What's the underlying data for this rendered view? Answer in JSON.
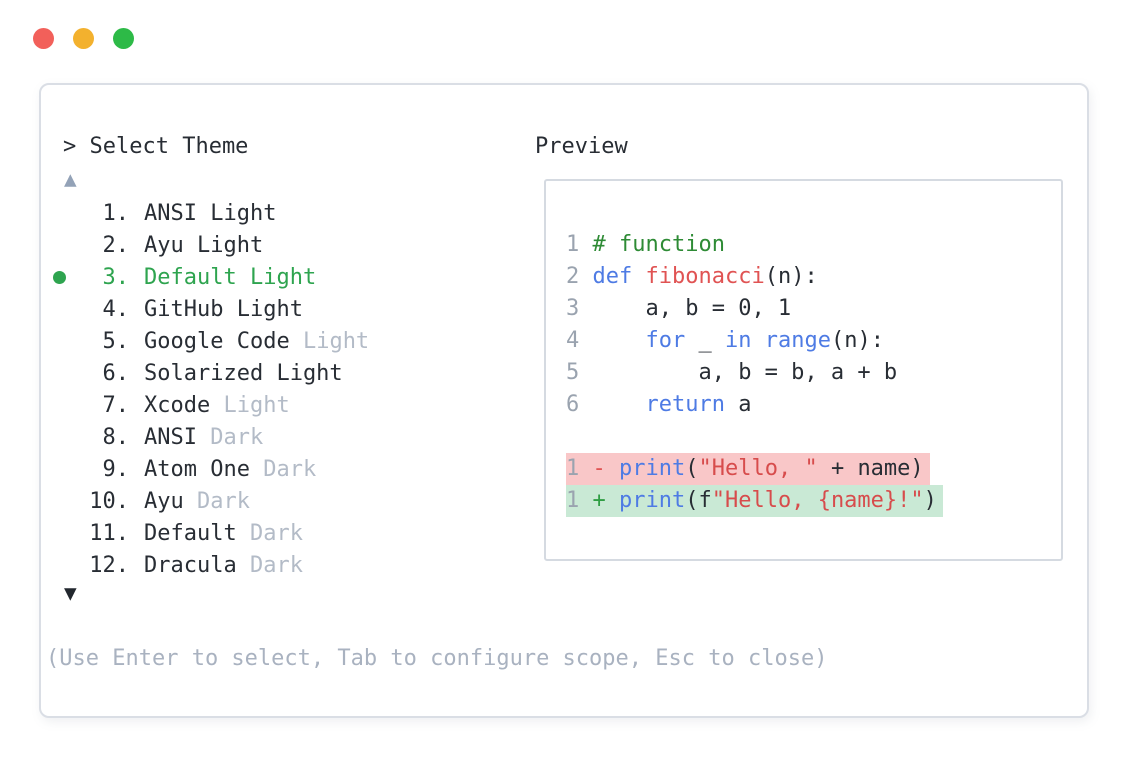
{
  "colors": {
    "accent_green": "#2ea44f",
    "window_border": "#dadee5",
    "preview_border": "#d5dae1",
    "text_dark": "#282d34",
    "text_muted": "#b3bbc7",
    "help_text": "#a9b2c0",
    "arrow_up": "#93a2b7",
    "arrow_down": "#22272e",
    "line_number": "#9aa3af",
    "syntax": {
      "keyword": "#4e7be4",
      "function_name": "#e05353",
      "string": "#d74c4c",
      "comment": "#2e8b35",
      "plain": "#282d34",
      "diff_minus": "#e05353",
      "diff_plus": "#2f9e44",
      "removed_bg": "#f9c7c8",
      "added_bg": "#c9e9d5"
    }
  },
  "window": {
    "traffic_lights": [
      {
        "name": "close",
        "color": "#f2605a"
      },
      {
        "name": "minimize",
        "color": "#f3b12e"
      },
      {
        "name": "zoom",
        "color": "#2dba47"
      }
    ]
  },
  "selector": {
    "prompt": "> Select Theme",
    "scroll_up_icon": "▲",
    "scroll_down_icon": "▼",
    "items": [
      {
        "num": "1.",
        "selected": false,
        "parts": [
          {
            "text": "ANSI Light",
            "tone": "dark"
          }
        ]
      },
      {
        "num": "2.",
        "selected": false,
        "parts": [
          {
            "text": "Ayu Light",
            "tone": "dark"
          }
        ]
      },
      {
        "num": "3.",
        "selected": true,
        "parts": [
          {
            "text": "Default Light",
            "tone": "selected"
          }
        ]
      },
      {
        "num": "4.",
        "selected": false,
        "parts": [
          {
            "text": "GitHub Light",
            "tone": "dark"
          }
        ]
      },
      {
        "num": "5.",
        "selected": false,
        "parts": [
          {
            "text": "Google Code ",
            "tone": "dark"
          },
          {
            "text": "Light",
            "tone": "muted"
          }
        ]
      },
      {
        "num": "6.",
        "selected": false,
        "parts": [
          {
            "text": "Solarized Light",
            "tone": "dark"
          }
        ]
      },
      {
        "num": "7.",
        "selected": false,
        "parts": [
          {
            "text": "Xcode ",
            "tone": "dark"
          },
          {
            "text": "Light",
            "tone": "muted"
          }
        ]
      },
      {
        "num": "8.",
        "selected": false,
        "parts": [
          {
            "text": "ANSI ",
            "tone": "dark"
          },
          {
            "text": "Dark",
            "tone": "muted"
          }
        ]
      },
      {
        "num": "9.",
        "selected": false,
        "parts": [
          {
            "text": "Atom One ",
            "tone": "dark"
          },
          {
            "text": "Dark",
            "tone": "muted"
          }
        ]
      },
      {
        "num": "10.",
        "selected": false,
        "parts": [
          {
            "text": "Ayu ",
            "tone": "dark"
          },
          {
            "text": "Dark",
            "tone": "muted"
          }
        ]
      },
      {
        "num": "11.",
        "selected": false,
        "parts": [
          {
            "text": "Default ",
            "tone": "dark"
          },
          {
            "text": "Dark",
            "tone": "muted"
          }
        ]
      },
      {
        "num": "12.",
        "selected": false,
        "parts": [
          {
            "text": "Dracula ",
            "tone": "dark"
          },
          {
            "text": "Dark",
            "tone": "muted"
          }
        ]
      }
    ],
    "help": "(Use Enter to select, Tab to configure scope, Esc to close)"
  },
  "preview": {
    "label": "Preview",
    "code_lines": [
      {
        "num": "1",
        "diff": null,
        "tokens": [
          {
            "t": "# function",
            "c": "comment"
          }
        ]
      },
      {
        "num": "2",
        "diff": null,
        "tokens": [
          {
            "t": "def",
            "c": "kw"
          },
          {
            "t": " ",
            "c": "plain"
          },
          {
            "t": "fibonacci",
            "c": "fn"
          },
          {
            "t": "(n):",
            "c": "plain"
          }
        ]
      },
      {
        "num": "3",
        "diff": null,
        "tokens": [
          {
            "t": "    a, b = 0, 1",
            "c": "plain"
          }
        ]
      },
      {
        "num": "4",
        "diff": null,
        "tokens": [
          {
            "t": "    ",
            "c": "plain"
          },
          {
            "t": "for",
            "c": "kw"
          },
          {
            "t": " _ ",
            "c": "plain"
          },
          {
            "t": "in",
            "c": "kw"
          },
          {
            "t": " ",
            "c": "plain"
          },
          {
            "t": "range",
            "c": "kw"
          },
          {
            "t": "(n):",
            "c": "plain"
          }
        ]
      },
      {
        "num": "5",
        "diff": null,
        "tokens": [
          {
            "t": "        a, b = b, a + b",
            "c": "plain"
          }
        ]
      },
      {
        "num": "6",
        "diff": null,
        "tokens": [
          {
            "t": "    ",
            "c": "plain"
          },
          {
            "t": "return",
            "c": "kw"
          },
          {
            "t": " a",
            "c": "plain"
          }
        ]
      },
      {
        "num": "",
        "diff": null,
        "tokens": []
      },
      {
        "num": "1",
        "diff": "removed",
        "tokens": [
          {
            "t": "- ",
            "c": "minus"
          },
          {
            "t": "print",
            "c": "kw"
          },
          {
            "t": "(",
            "c": "plain"
          },
          {
            "t": "\"Hello, \"",
            "c": "str"
          },
          {
            "t": " + name)",
            "c": "plain"
          }
        ]
      },
      {
        "num": "1",
        "diff": "added",
        "tokens": [
          {
            "t": "+ ",
            "c": "plus"
          },
          {
            "t": "print",
            "c": "kw"
          },
          {
            "t": "(f",
            "c": "plain"
          },
          {
            "t": "\"Hello, {name}!\"",
            "c": "str"
          },
          {
            "t": ")",
            "c": "plain"
          }
        ]
      }
    ]
  }
}
